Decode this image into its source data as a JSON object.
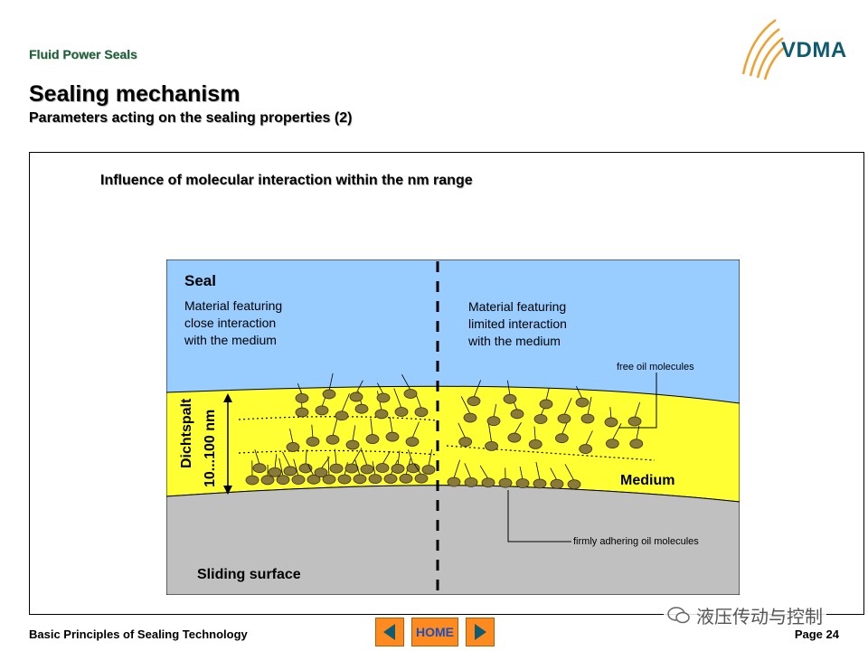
{
  "header": {
    "brand": "Fluid Power Seals",
    "title": "Sealing mechanism",
    "subtitle": "Parameters acting on the sealing properties (2)",
    "logo_text": "VDMA"
  },
  "frame": {
    "caption": "Influence of molecular interaction within the nm range"
  },
  "diagram": {
    "seal_label": "Seal",
    "left_text": [
      "Material  featuring",
      "close interaction",
      "with the medium"
    ],
    "right_text": [
      "Material featuring",
      "limited interaction",
      "with the medium"
    ],
    "free_label": "free oil molecules",
    "medium_label": "Medium",
    "gap_label": "Dichtspalt",
    "gap_size": "10...100 nm",
    "adhering_label": "firmly adhering oil molecules",
    "surface_label": "Sliding surface",
    "colors": {
      "seal": "#99ccff",
      "medium": "#ffff33",
      "surface": "#c0c0c0",
      "molecule": "#8a7a3a"
    }
  },
  "footer": {
    "left": "Basic Principles of Sealing Technology",
    "right": "Page 24",
    "home_label": "HOME",
    "prev_icon": "arrow-left-icon",
    "next_icon": "arrow-right-icon"
  },
  "watermark": {
    "text": "液压传动与控制"
  }
}
